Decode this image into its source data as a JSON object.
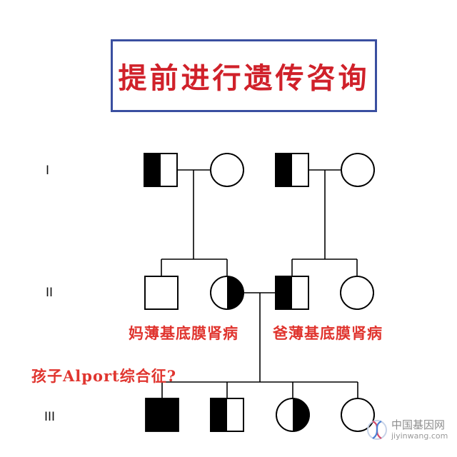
{
  "title": "提前进行遗传咨询",
  "generations": [
    "I",
    "II",
    "III"
  ],
  "labels": {
    "mother_condition": "妈薄基底膜肾病",
    "father_condition": "爸薄基底膜肾病",
    "child_question": "孩子Alport综合征?"
  },
  "watermark": {
    "site_cn": "中国基因网",
    "site_en": "jiyinwang.com"
  },
  "individuals": [
    {
      "id": "I-1",
      "sex": "male",
      "fill": "half-left"
    },
    {
      "id": "I-2",
      "sex": "female",
      "fill": "none"
    },
    {
      "id": "I-3",
      "sex": "male",
      "fill": "half-left"
    },
    {
      "id": "I-4",
      "sex": "female",
      "fill": "none"
    },
    {
      "id": "II-1",
      "sex": "male",
      "fill": "none"
    },
    {
      "id": "II-2",
      "sex": "female",
      "fill": "half-right"
    },
    {
      "id": "II-3",
      "sex": "male",
      "fill": "half-left"
    },
    {
      "id": "II-4",
      "sex": "female",
      "fill": "none"
    },
    {
      "id": "III-1",
      "sex": "male",
      "fill": "full"
    },
    {
      "id": "III-2",
      "sex": "male",
      "fill": "half-left"
    },
    {
      "id": "III-3",
      "sex": "female",
      "fill": "half-right"
    },
    {
      "id": "III-4",
      "sex": "female",
      "fill": "none"
    }
  ],
  "colors": {
    "title_border": "#3a4fa0",
    "title_text": "#d0212a",
    "label_red": "#e0352f",
    "symbol": "#000000"
  }
}
